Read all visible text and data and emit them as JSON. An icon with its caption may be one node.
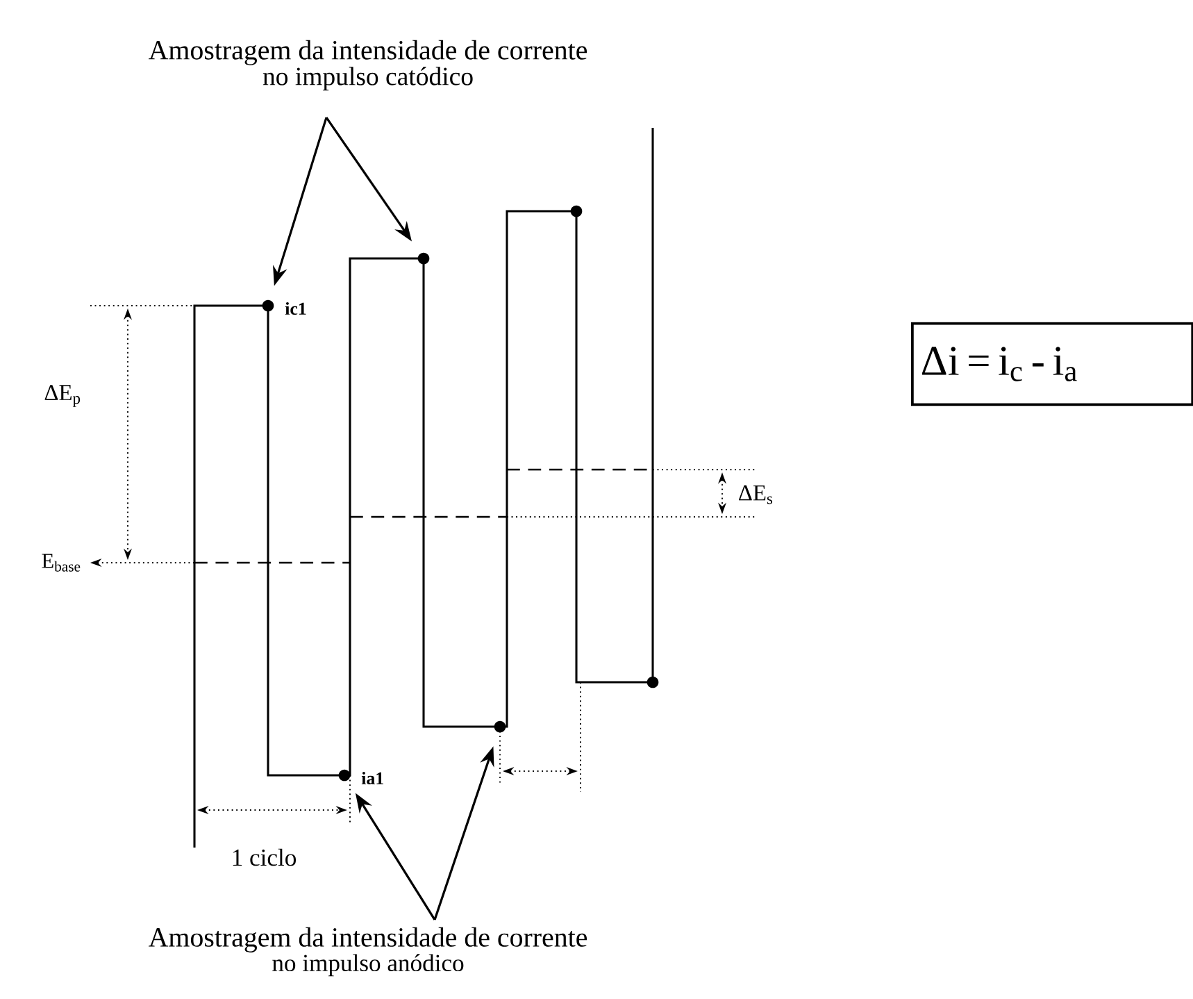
{
  "diagram": {
    "nodes": [
      {
        "text": [
          "Amostragem da intensidade de corrente",
          "no impulso catódico"
        ]
      },
      {
        "text": [],
        "shape": "circle",
        "beside": [
          "ic1"
        ]
      },
      {
        "text": [],
        "shape": "circle"
      },
      {
        "text": [],
        "shape": "circle"
      },
      {
        "text": [],
        "shape": "circle",
        "beside": [
          "ia1"
        ]
      },
      {
        "text": [],
        "shape": "circle"
      },
      {
        "text": [],
        "shape": "circle"
      },
      {
        "text": [
          "Amostragem da intensidade de corrente",
          "no impulso anódico"
        ]
      },
      {
        "text": [
          "Δi = i$_{c}$ - i$_{a}$"
        ]
      }
    ],
    "edges": [
      {
        "from": 0,
        "to": 1,
        "arrow": "to"
      },
      {
        "from": 0,
        "to": 2,
        "arrow": "to"
      },
      {
        "from": 7,
        "to": 4,
        "arrow": "to"
      },
      {
        "from": 7,
        "to": 5,
        "arrow": "to"
      }
    ],
    "labels": [
      "ΔE$_{p}$",
      "ΔE$_{s}$",
      "E$_{base}$",
      "1 ciclo"
    ]
  }
}
